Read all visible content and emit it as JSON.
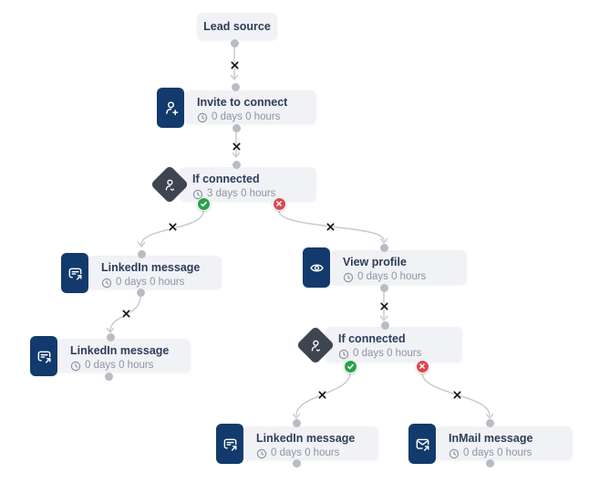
{
  "app": {
    "name": "Campaign sequence flow"
  },
  "colors": {
    "background": "#ffffff",
    "node_card": "#f1f2f5",
    "action_icon_bg": "#123a6c",
    "condition_icon_bg": "#3e4450",
    "title_text": "#2e3c59",
    "delay_text": "#8d95a2",
    "edge": "#c5c8ce",
    "port": "#b9bdc3",
    "success_port": "#28a24c",
    "failure_port": "#d9494f",
    "edge_delete": "#191d26"
  },
  "nodes": [
    {
      "id": "lead-source",
      "type": "source",
      "title": "Lead source"
    },
    {
      "id": "invite-to-connect",
      "type": "action",
      "icon": "person-add-icon",
      "title": "Invite to connect",
      "delay": "0 days 0 hours"
    },
    {
      "id": "if-connected-1",
      "type": "condition",
      "icon": "person-check-icon",
      "title": "If connected",
      "delay": "3 days 0 hours"
    },
    {
      "id": "linkedin-message-1",
      "type": "action",
      "icon": "chat-forward-icon",
      "title": "LinkedIn message",
      "delay": "0 days 0 hours"
    },
    {
      "id": "linkedin-message-2",
      "type": "action",
      "icon": "chat-forward-icon",
      "title": "LinkedIn message",
      "delay": "0 days 0 hours"
    },
    {
      "id": "view-profile",
      "type": "action",
      "icon": "eye-icon",
      "title": "View profile",
      "delay": "0 days 0 hours"
    },
    {
      "id": "if-connected-2",
      "type": "condition",
      "icon": "person-check-icon",
      "title": "If connected",
      "delay": "0 days 0 hours"
    },
    {
      "id": "linkedin-message-3",
      "type": "action",
      "icon": "chat-forward-icon",
      "title": "LinkedIn message",
      "delay": "0 days 0 hours"
    },
    {
      "id": "inmail-message",
      "type": "action",
      "icon": "mail-forward-icon",
      "title": "InMail message",
      "delay": "0 days 0 hours"
    }
  ]
}
